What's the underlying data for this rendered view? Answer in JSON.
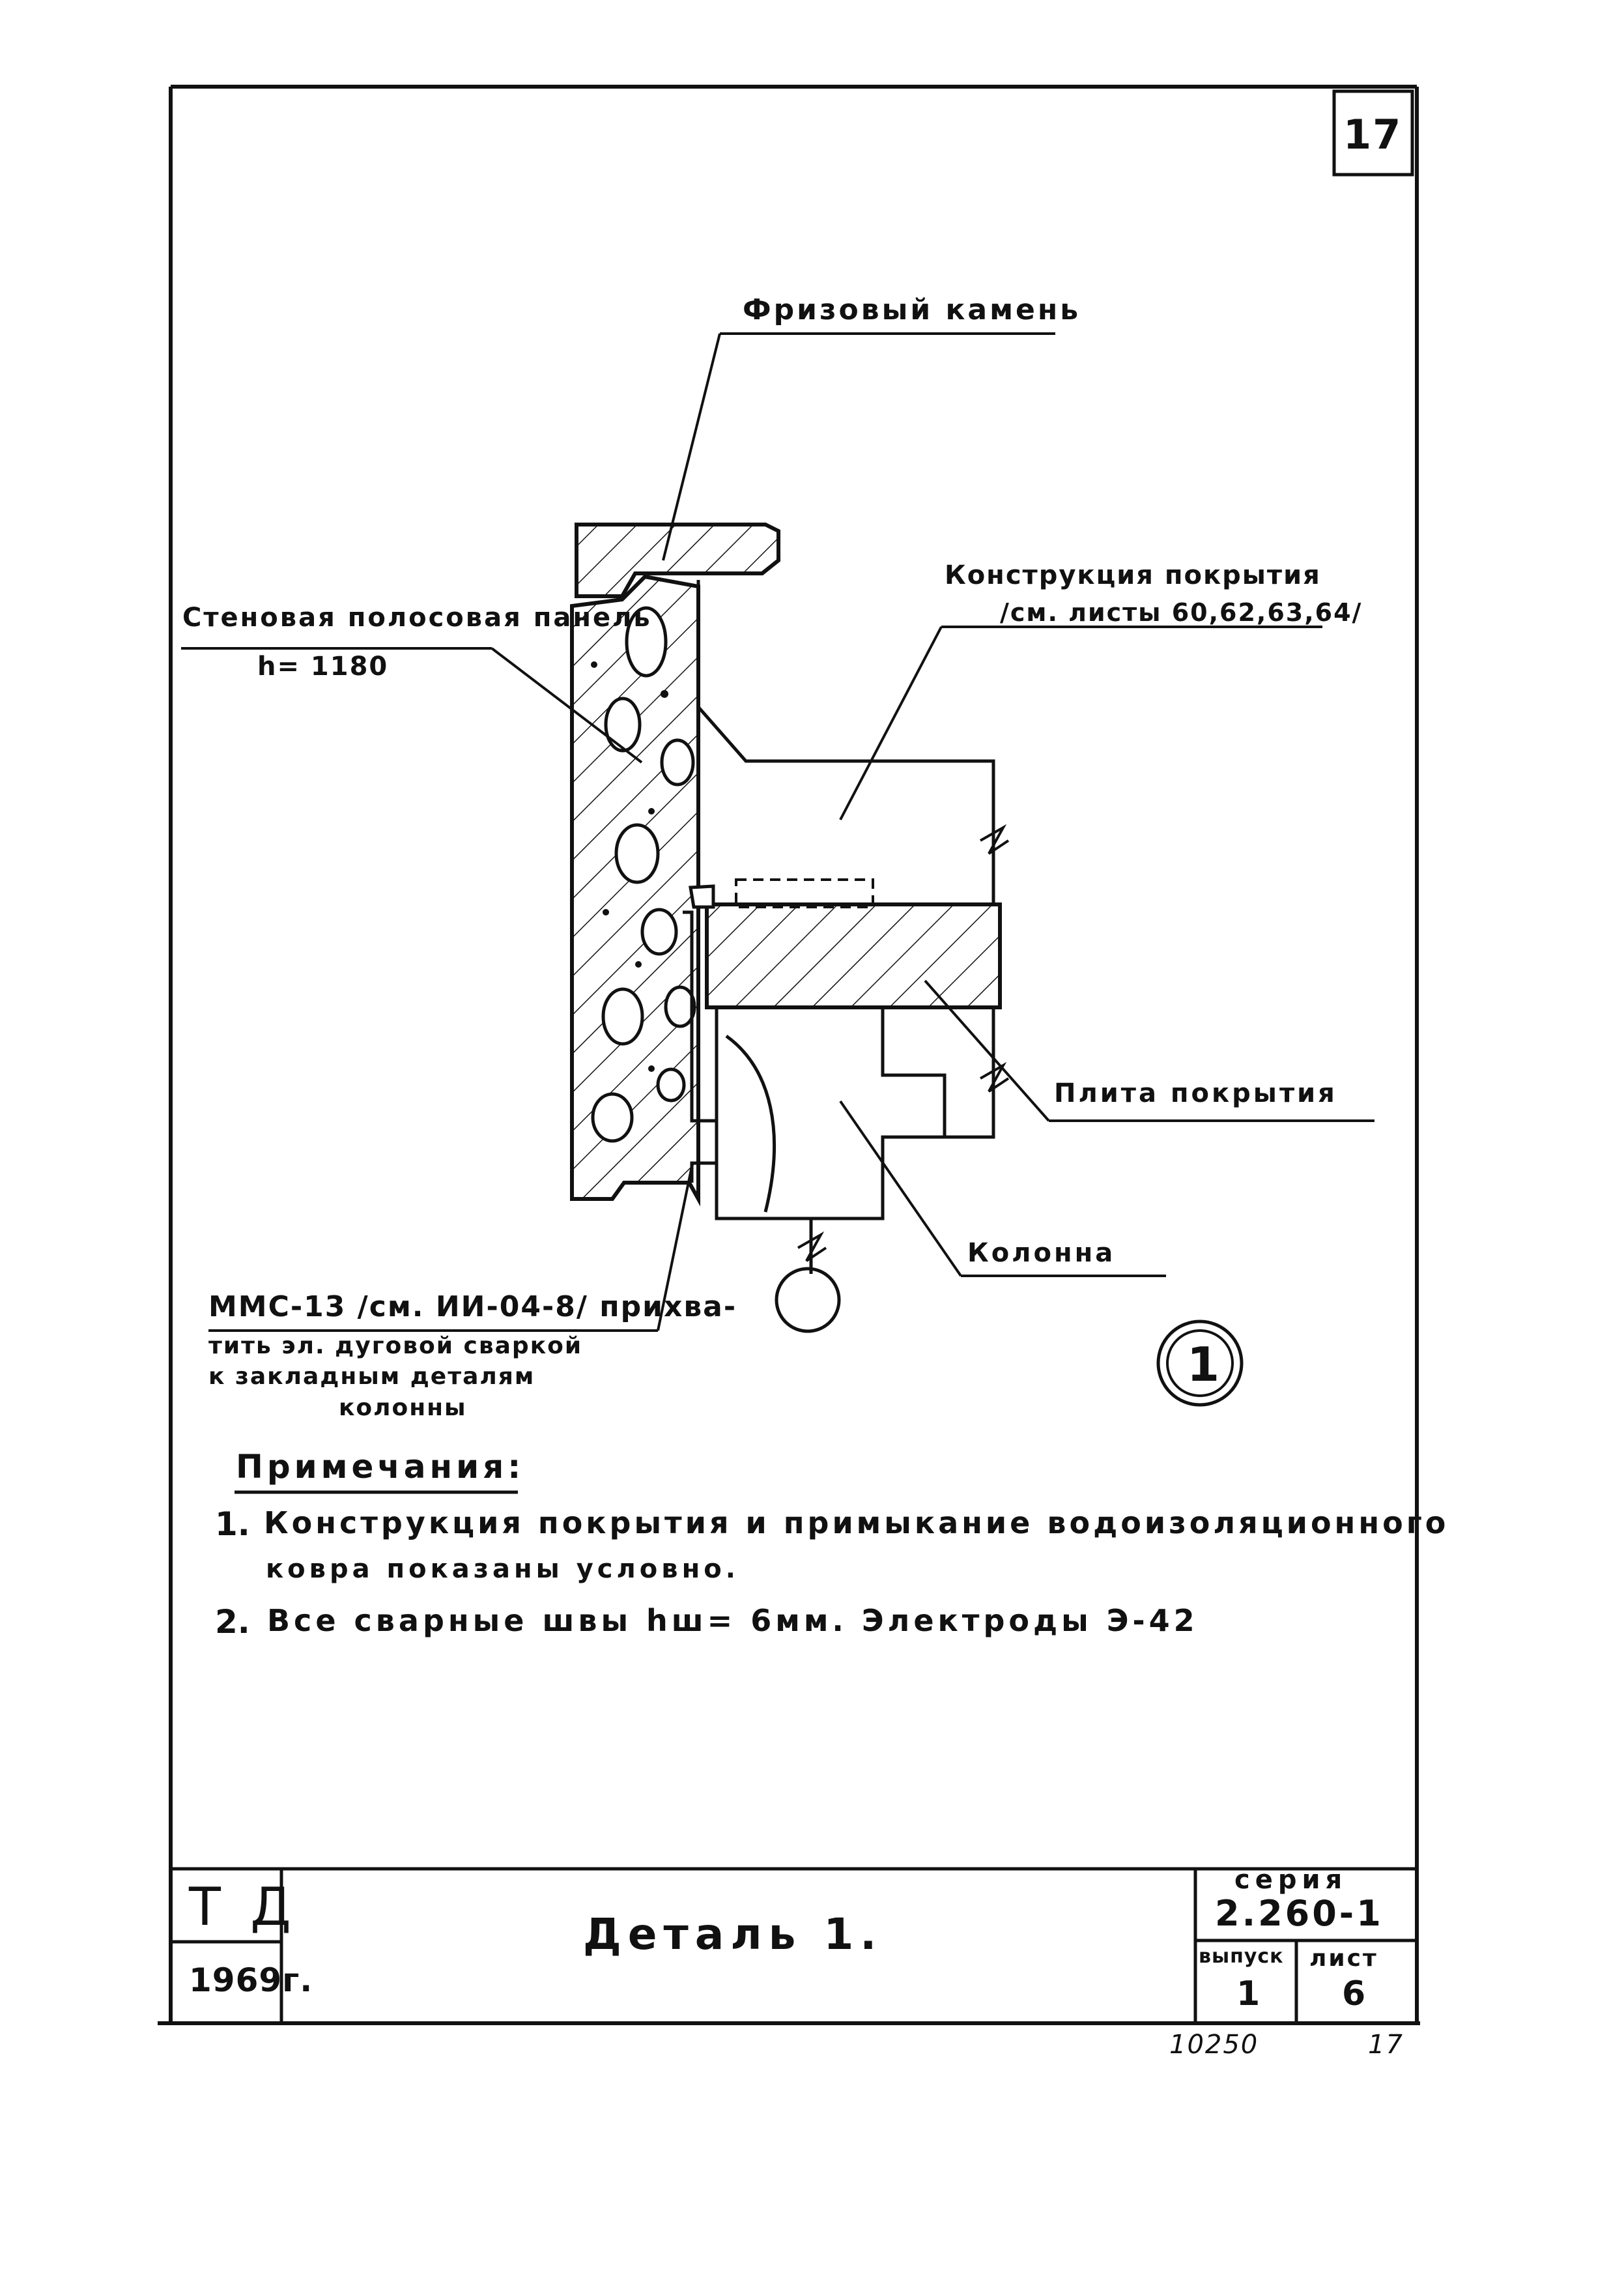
{
  "sheet_number": "17",
  "labels": {
    "frieze_stone": "Фризовый камень",
    "wall_panel_line1": "Стеновая полосовая панель",
    "wall_panel_line2": "h= 1180",
    "roof_construction_line1": "Конструкция покрытия",
    "roof_construction_line2": "/см. листы 60,62,63,64/",
    "roof_slab": "Плита покрытия",
    "column": "Колонна",
    "mmc_line1": "ММС-13 /см. ИИ-04-8/ прихва-",
    "mmc_line2": "тить эл. дуговой сваркой",
    "mmc_line3": "к закладным деталям",
    "mmc_line4": "колонны"
  },
  "detail_marker": "1",
  "notes": {
    "heading": "Примечания:",
    "items": [
      {
        "num": "1.",
        "line1": "Конструкция покрытия и примыкание водоизоляционного",
        "line2": "ковра показаны условно."
      },
      {
        "num": "2.",
        "line1": "Все сварные швы hш= 6мм. Электроды Э-42",
        "line2": ""
      }
    ]
  },
  "title_block": {
    "org": "Т Д",
    "year": "1969г.",
    "title": "Деталь 1.",
    "series_label": "серия",
    "series_value": "2.260-1",
    "issue_label": "выпуск",
    "issue_value": "1",
    "sheet_label": "лист",
    "sheet_value": "6"
  },
  "footer": {
    "order_number": "10250",
    "page": "17"
  },
  "colors": {
    "ink": "#111111",
    "paper": "#ffffff"
  }
}
